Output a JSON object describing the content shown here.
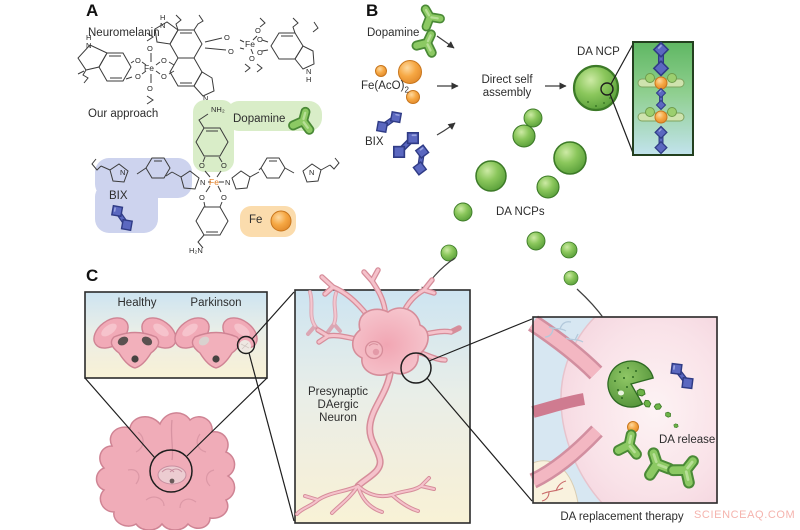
{
  "figure": {
    "panelA": {
      "label": "A",
      "neuromelanin": "Neuromelanin",
      "approach": "Our approach",
      "dopamine": "Dopamine",
      "bix": "BIX",
      "fe": "Fe",
      "atoms": {
        "fe": "Fe",
        "o": "O",
        "n": "N",
        "h": "H",
        "nh2": "NH₂",
        "h2n": "H₂N"
      }
    },
    "panelB": {
      "label": "B",
      "dopamine": "Dopamine",
      "fe_acetate": "Fe(AcO)",
      "fe_acetate_sub": "2",
      "bix": "BIX",
      "assembly1": "Direct self",
      "assembly2": "assembly",
      "da_ncp": "DA NCP",
      "da_ncps": "DA NCPs"
    },
    "panelC": {
      "label": "C",
      "healthy": "Healthy",
      "parkinson": "Parkinson",
      "neuron1": "Presynaptic",
      "neuron2": "DAergic",
      "neuron3": "Neuron",
      "da_release": "DA release",
      "therapy": "DA replacement therapy"
    },
    "watermark": "SCIENCEAQ.COM",
    "icons": {
      "dopamine-molecule-icon": "green trefoil blob",
      "bix-molecule-icon": "blue dumbbell",
      "iron-icon": "orange sphere",
      "ncp-sphere-icon": "green nanoparticle sphere",
      "brain-icon": "pink brain frontal view",
      "neuron-icon": "pink dopaminergic neuron",
      "midbrain-section-icon": "pink midbrain section"
    },
    "colors": {
      "dopamine_green": "#7cbf4e",
      "bix_blue": "#5b68c0",
      "iron_orange": "#f4a03a",
      "tissue_pink": "#f2b0bb",
      "highlight_green": "#d9edc8",
      "highlight_blue": "#cdd3ee",
      "highlight_orange": "#fbdcad",
      "watermark_pink": "#f5b4ae"
    }
  }
}
